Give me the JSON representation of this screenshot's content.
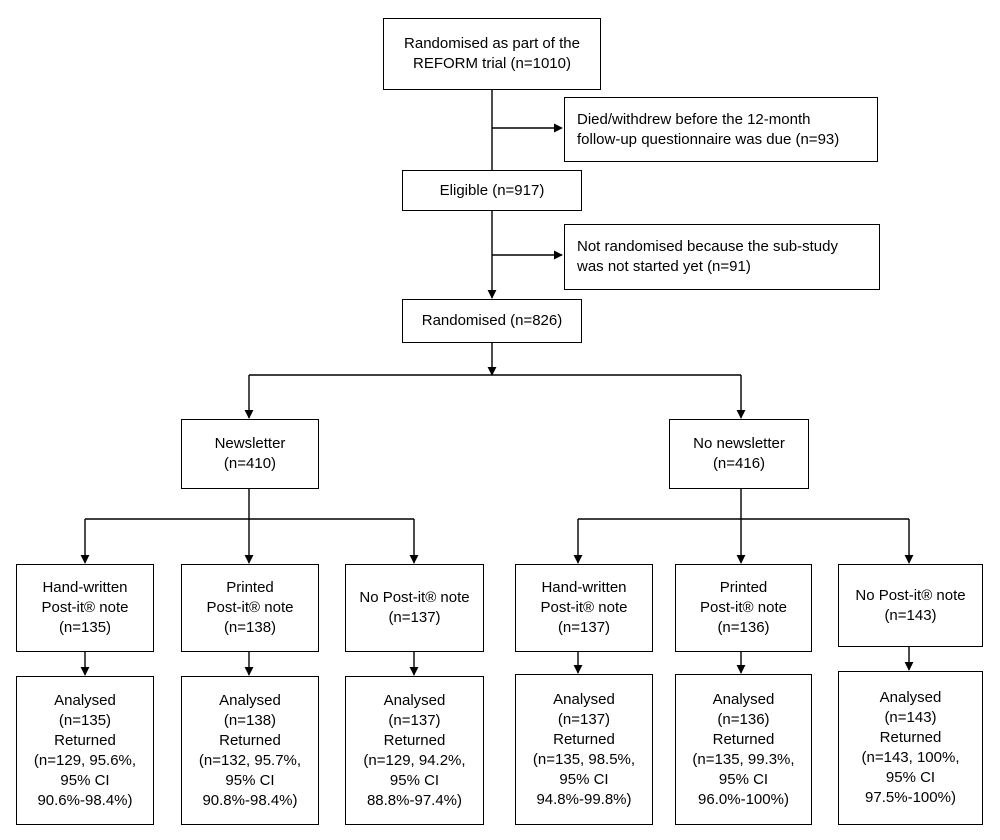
{
  "nodes": {
    "randomised_reform": "Randomised as part of the\nREFORM trial (n=1010)",
    "died_withdrew": "Died/withdrew before the 12-month\nfollow-up questionnaire was due (n=93)",
    "eligible": "Eligible (n=917)",
    "not_randomised": "Not randomised because the sub-study\nwas not started yet (n=91)",
    "randomised_826": "Randomised (n=826)",
    "newsletter": "Newsletter\n(n=410)",
    "no_newsletter": "No newsletter\n(n=416)",
    "nl_handwritten": "Hand-written\nPost-it® note\n(n=135)",
    "nl_printed": "Printed\nPost-it® note\n(n=138)",
    "nl_no_postit": "No Post-it® note\n(n=137)",
    "nn_handwritten": "Hand-written\nPost-it® note\n(n=137)",
    "nn_printed": "Printed\nPost-it® note\n(n=136)",
    "nn_no_postit": "No Post-it® note\n(n=143)",
    "nl_handwritten_analysed": "Analysed\n(n=135)\nReturned\n(n=129, 95.6%,\n95% CI\n90.6%-98.4%)",
    "nl_printed_analysed": "Analysed\n(n=138)\nReturned\n(n=132, 95.7%,\n95% CI\n90.8%-98.4%)",
    "nl_no_postit_analysed": "Analysed\n(n=137)\nReturned\n(n=129, 94.2%,\n95% CI\n88.8%-97.4%)",
    "nn_handwritten_analysed": "Analysed\n(n=137)\nReturned\n(n=135, 98.5%,\n95% CI\n94.8%-99.8%)",
    "nn_printed_analysed": "Analysed\n(n=136)\nReturned\n(n=135, 99.3%,\n95% CI\n96.0%-100%)",
    "nn_no_postit_analysed": "Analysed\n(n=143)\nReturned\n(n=143, 100%,\n95% CI\n97.5%-100%)"
  },
  "style": {
    "line_color": "#000000",
    "box_border": "#000000",
    "background": "#ffffff"
  }
}
